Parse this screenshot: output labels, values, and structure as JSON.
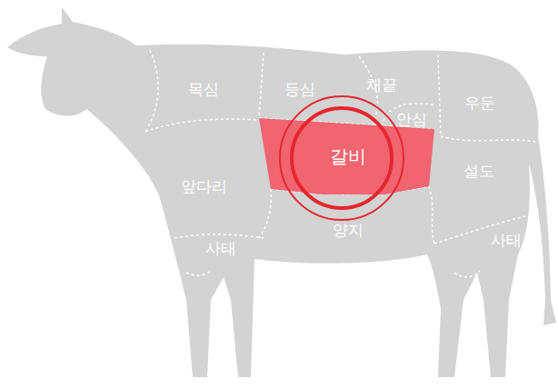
{
  "diagram": {
    "nodes": [
      {
        "text": [
          "갈비"
        ]
      }
    ],
    "labels": [
      "목심",
      "등심",
      "채끝",
      "우둔",
      "안심",
      "앞다리",
      "설도",
      "양지",
      "사태",
      "사태"
    ]
  }
}
